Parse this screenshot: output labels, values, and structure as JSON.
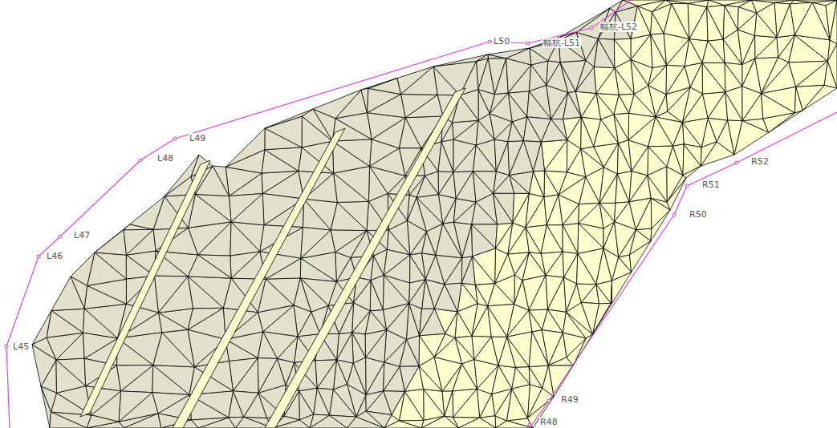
{
  "diagram": {
    "labels": [
      "L45",
      "L46",
      "L47",
      "L48",
      "L49",
      "L50",
      "幅杭-L51",
      "幅杭-L52",
      "R48",
      "R49",
      "R50",
      "R51",
      "R52"
    ]
  }
}
